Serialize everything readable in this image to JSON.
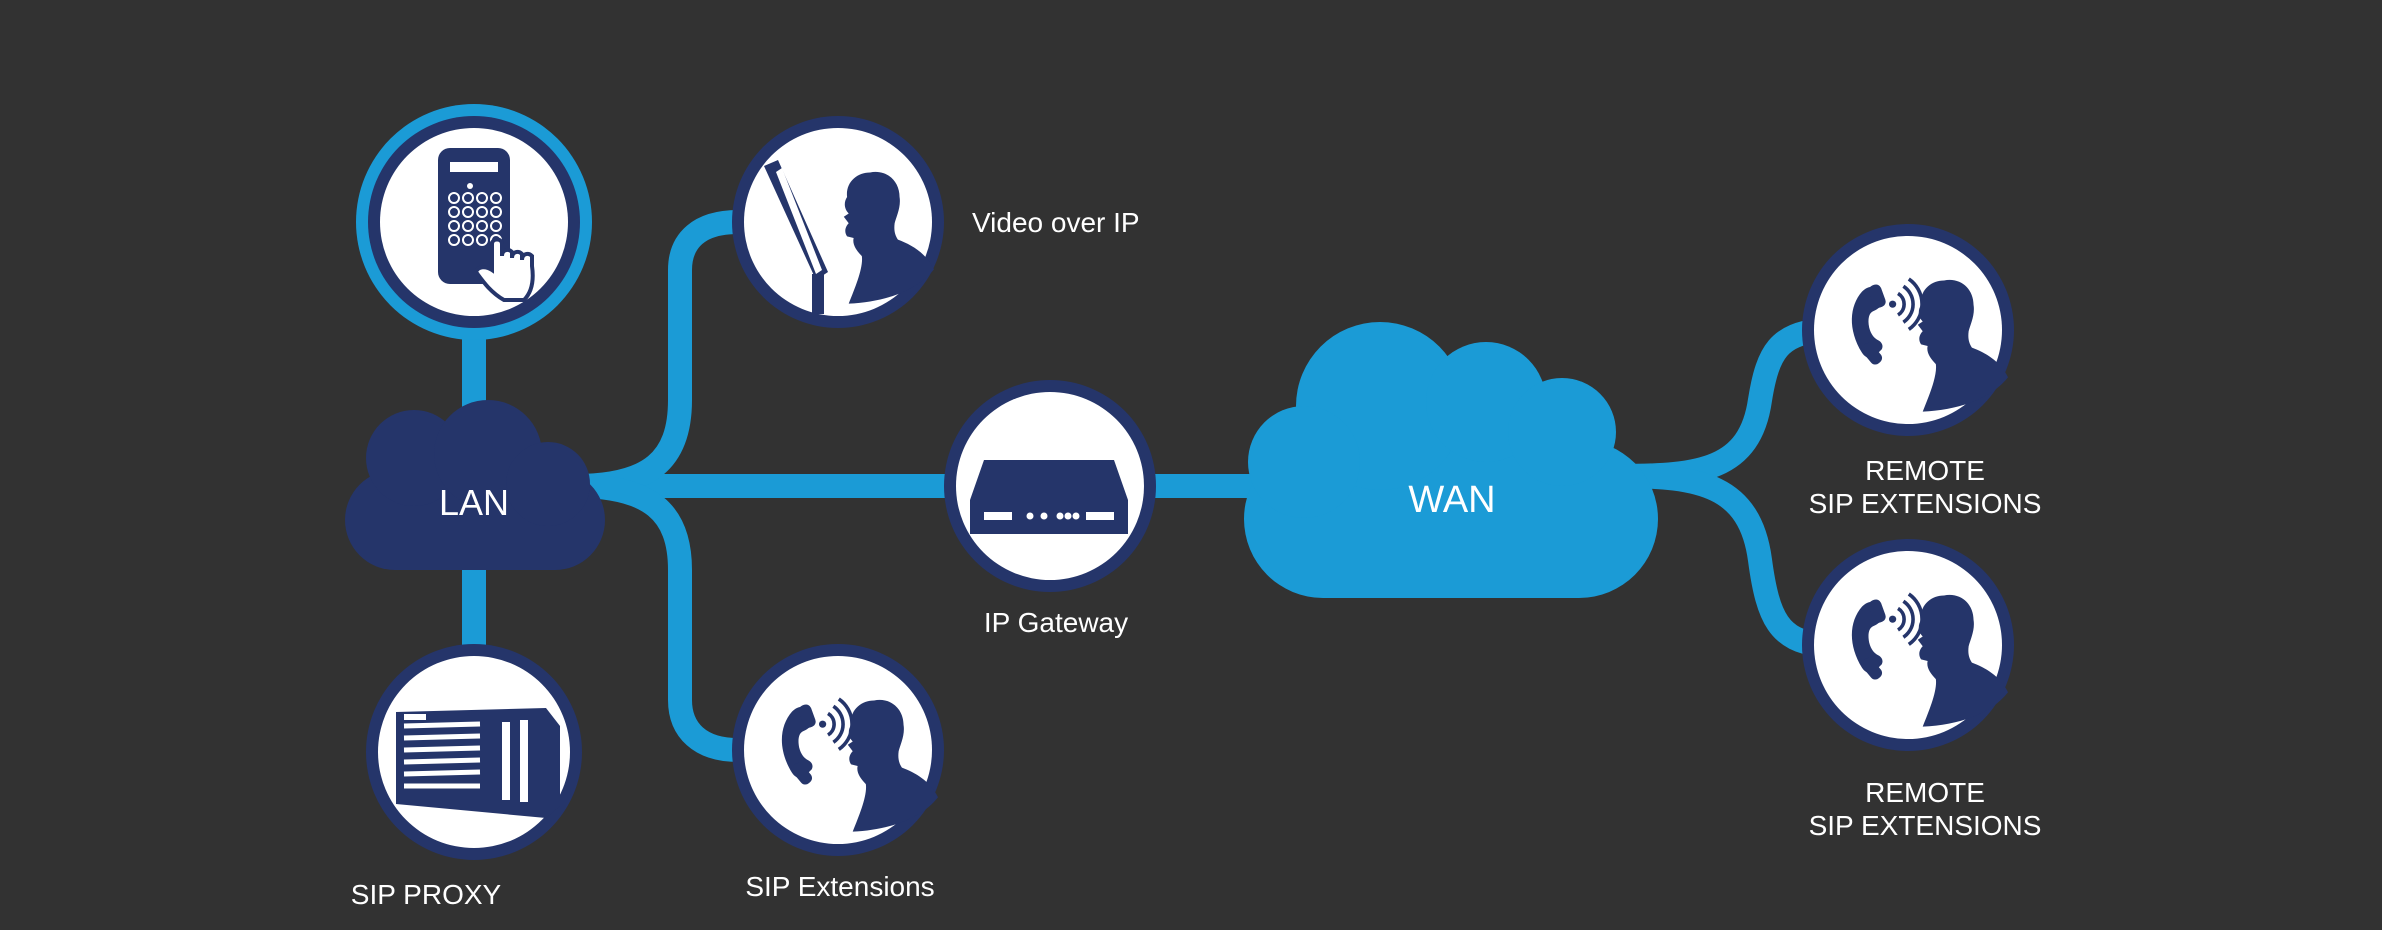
{
  "colors": {
    "background": "#323232",
    "link": "#1b9bd6",
    "navy": "#25356a",
    "white": "#ffffff"
  },
  "clouds": {
    "lan": {
      "label": "LAN"
    },
    "wan": {
      "label": "WAN"
    }
  },
  "nodes": {
    "access_panel": {
      "icon": "access-keypad-icon",
      "label": ""
    },
    "sip_proxy": {
      "icon": "server-rack-icon",
      "label": "SIP PROXY"
    },
    "video_over_ip": {
      "icon": "video-terminal-user-icon",
      "label": "Video over IP"
    },
    "sip_extensions": {
      "icon": "phone-user-icon",
      "label": "SIP Extensions"
    },
    "ip_gateway": {
      "icon": "gateway-device-icon",
      "label": "IP Gateway"
    },
    "remote_1": {
      "icon": "phone-user-icon",
      "label_line1": "REMOTE",
      "label_line2": "SIP EXTENSIONS"
    },
    "remote_2": {
      "icon": "phone-user-icon",
      "label_line1": "REMOTE",
      "label_line2": "SIP EXTENSIONS"
    }
  }
}
